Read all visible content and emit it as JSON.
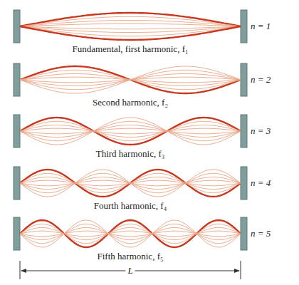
{
  "diagram": {
    "labels": [
      "n = 1",
      "Fundamental, first harmonic, f₁",
      "n = 2",
      "Second harmonic, f₂",
      "n = 3",
      "Third harmonic, f₃",
      "n = 4",
      "Fourth harmonic, f₄",
      "n = 5",
      "Fifth harmonic, f₅",
      "L"
    ]
  }
}
